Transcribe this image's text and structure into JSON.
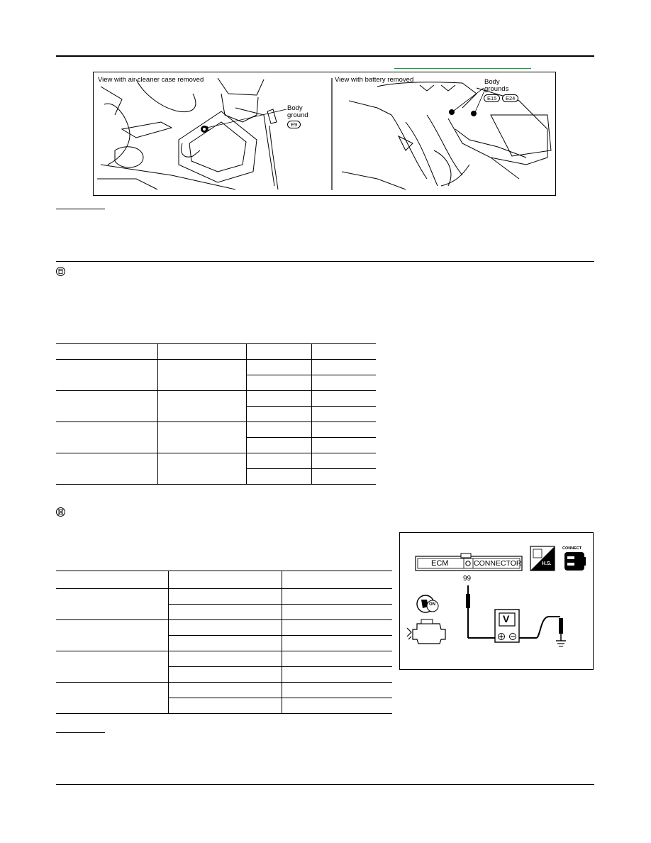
{
  "figure_top": {
    "left_caption": "View with air cleaner case removed",
    "left_callout_line1": "Body",
    "left_callout_line2": "ground",
    "left_badge": "E9",
    "right_caption": "View with battery removed",
    "right_callout_line1": "Body",
    "right_callout_line2": "grounds",
    "right_badge_1": "E15",
    "right_badge_2": "E24"
  },
  "ecm_diagram": {
    "ecm_label": "ECM",
    "connector_label": "CONNECTOR",
    "terminal_number": "99",
    "meter_label": "V",
    "hs_label": "H.S.",
    "connect_label": "CONNECT",
    "ignition_label": "ON"
  },
  "colors": {
    "link_green": "#1a9a3a",
    "line": "#000000"
  }
}
